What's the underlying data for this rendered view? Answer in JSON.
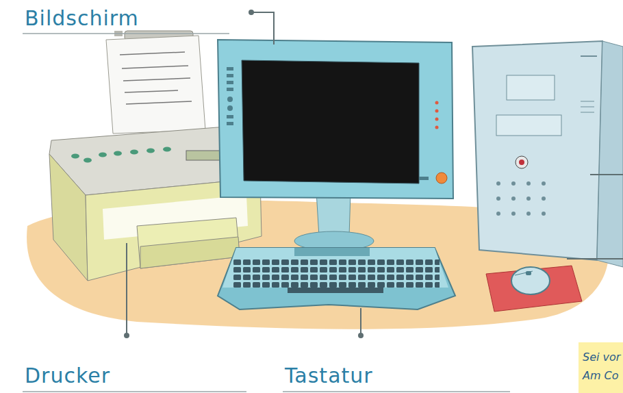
{
  "diagram": {
    "nodes": [
      {
        "text": [
          "Sei vor Am Co"
        ]
      }
    ],
    "labels": [
      "Bildschirm",
      "Drucker",
      "Tastatur"
    ]
  }
}
